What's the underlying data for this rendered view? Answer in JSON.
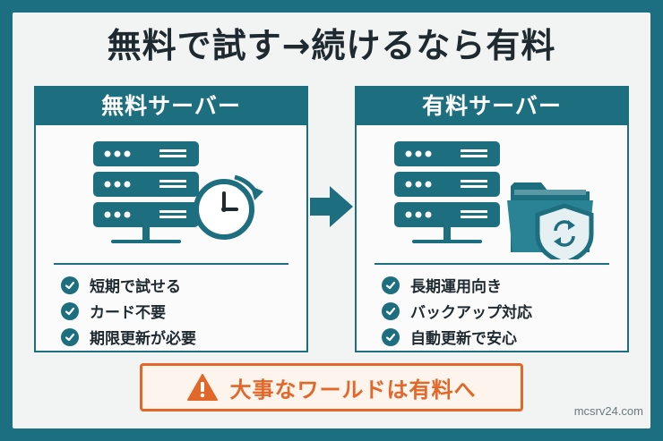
{
  "title": "無料で試す→続けるなら有料",
  "panels": {
    "free": {
      "heading": "無料サーバー",
      "features": [
        "短期で試せる",
        "カード不要",
        "期限更新が必要"
      ]
    },
    "paid": {
      "heading": "有料サーバー",
      "features": [
        "長期運用向き",
        "バックアップ対応",
        "自動更新で安心"
      ]
    }
  },
  "banner": {
    "text": "大事なワールドは有料へ"
  },
  "footer": {
    "site": "mcsrv24.com"
  },
  "icons": {
    "server": "server-icon",
    "clock": "clock-icon",
    "folder": "folder-icon",
    "shield": "shield-icon",
    "check": "check-icon",
    "warning": "warning-icon",
    "arrow": "arrow-right-icon"
  },
  "colors": {
    "primary": "#1d6f80",
    "accent": "#e2682a",
    "background": "#f2f3f3"
  }
}
